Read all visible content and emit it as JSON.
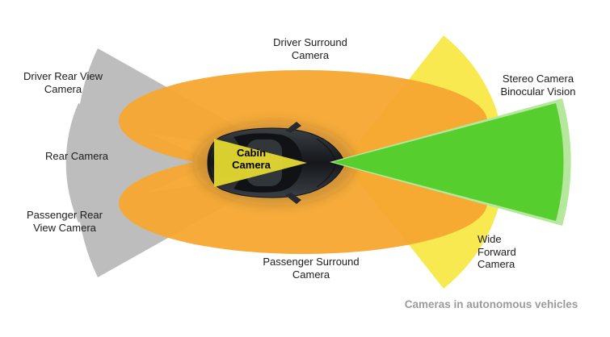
{
  "caption": "Cameras in autonomous vehicles",
  "labels": {
    "driver_surround_camera": "Driver Surround\nCamera",
    "driver_rear_view_camera": "Driver Rear View\nCamera",
    "stereo_camera_binocular_vision": "Stereo Camera\nBinocular Vision",
    "rear_camera": "Rear Camera",
    "cabin_camera": "Cabin\nCamera",
    "passenger_rear_view_camera": "Passenger Rear\nView Camera",
    "passenger_surround_camera": "Passenger Surround\nCamera",
    "wide_forward_camera": "Wide\nForward\nCamera"
  },
  "colors": {
    "surround_orange": "#F6A62F",
    "rear_cone_gray": "#BDBDBD",
    "forward_yellow": "#F8E84A",
    "cabin_yellow": "#E4D930",
    "stereo_green": "#56CF2E",
    "stereo_green_halo": "#B5E79C",
    "label_text": "#1B1B1B",
    "caption_gray": "#9B9B9B"
  }
}
